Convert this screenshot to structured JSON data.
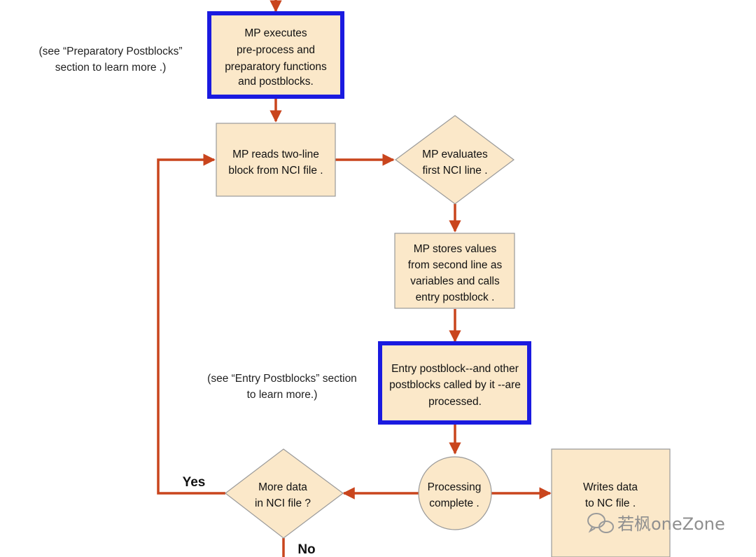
{
  "colors": {
    "arrow": "#c9451d",
    "node_fill": "#fbe8c9",
    "node_stroke": "#9a9a9a",
    "highlight_border": "#1a1ae0",
    "text": "#111111"
  },
  "nodes": {
    "preprocess": [
      "MP executes",
      "pre-process and",
      "preparatory functions",
      "and postblocks."
    ],
    "read_block": [
      "MP reads two-line",
      "block from NCI file ."
    ],
    "evaluate": [
      "MP evaluates",
      "first NCI line ."
    ],
    "store_values": [
      "MP stores values",
      "from second line as",
      "variables and calls",
      "entry postblock ."
    ],
    "entry_postblock": [
      "Entry postblock--and other",
      "postblocks called by it --are",
      "processed."
    ],
    "processing_complete": [
      "Processing",
      "complete ."
    ],
    "more_data": [
      "More data",
      "in NCI file ?"
    ],
    "writes_data": [
      "Writes data",
      "to NC file ."
    ]
  },
  "notes": {
    "preparatory": [
      "(see “Preparatory Postblocks”",
      "section to learn more .)"
    ],
    "entry": [
      "(see “Entry Postblocks” section",
      "to learn more.)"
    ]
  },
  "labels": {
    "yes": "Yes",
    "no": "No"
  },
  "watermark": {
    "icon": "wechat-icon",
    "text": "若枫oneZone"
  }
}
